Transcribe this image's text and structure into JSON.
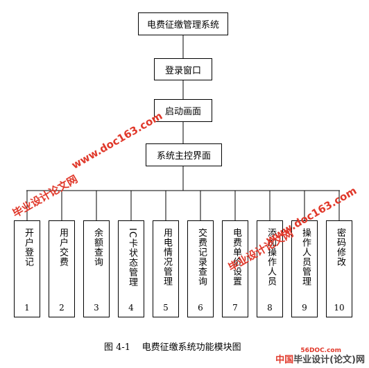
{
  "top_box": "电费征缴管理系统",
  "login_box": "登录窗口",
  "splash_box": "启动画面",
  "main_box": "系统主控界面",
  "modules": [
    {
      "label": "开户登记",
      "num": "1"
    },
    {
      "label": "用户交费",
      "num": "2"
    },
    {
      "label": "余额查询",
      "num": "3"
    },
    {
      "label": "IC卡状态管理",
      "num": "4"
    },
    {
      "label": "用电情况管理",
      "num": "5"
    },
    {
      "label": "交费记录查询",
      "num": "6"
    },
    {
      "label": "电费单价设置",
      "num": "7"
    },
    {
      "label": "添加操作人员",
      "num": "8"
    },
    {
      "label": "操作人员管理",
      "num": "9"
    },
    {
      "label": "密码修改",
      "num": "10"
    }
  ],
  "caption": "图 4-1    电费征缴系统功能模块图",
  "watermarks": {
    "site1": "www.doc163.com",
    "site2": "毕业设计论文网",
    "site3": "www.doc163.com",
    "site4": "毕业设计论文网",
    "logo_text": "毕业设计(论文)网",
    "logo_prefix": "中国",
    "logo_small": "56DOC.com"
  }
}
